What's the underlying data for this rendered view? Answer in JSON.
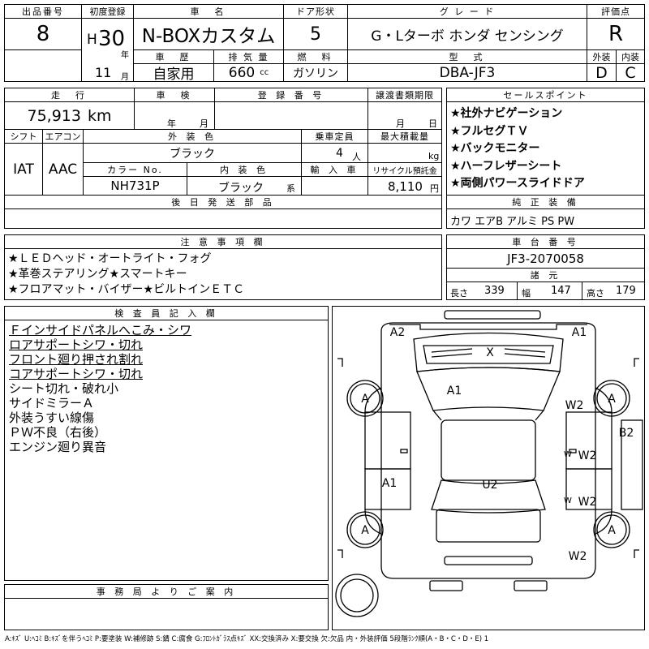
{
  "top": {
    "lot_label": "出品番号",
    "lot_value": "8",
    "first_reg_label": "初度登録",
    "era": "H",
    "year": "30",
    "year_unit": "年",
    "month": "11",
    "month_unit": "月",
    "name_label": "車　名",
    "name_value": "N-BOXカスタム",
    "doors_label": "ドア形状",
    "doors_value": "5",
    "grade_label": "グ レ ー ド",
    "grade_value": "G・Lターボ ホンダ センシング",
    "score_label": "評価点",
    "score_value": "R",
    "history_label": "車　歴",
    "history_value": "自家用",
    "displacement_label": "排 気 量",
    "displacement_value": "660",
    "displacement_unit": "cc",
    "fuel_label": "燃　料",
    "fuel_value": "ガソリン",
    "model_label": "型　式",
    "model_value": "DBA-JF3",
    "ext_label": "外装",
    "ext_value": "D",
    "int_label": "内装",
    "int_value": "C"
  },
  "row2": {
    "mileage_label": "走　行",
    "mileage_value": "75,913",
    "mileage_unit": "km",
    "inspection_label": "車　検",
    "inspection_year": "年",
    "inspection_month": "月",
    "reg_no_label": "登 録 番 号",
    "transfer_label": "譲渡書類期限",
    "transfer_month": "月",
    "transfer_day": "日",
    "shift_label": "シフト",
    "shift_value": "IAT",
    "ac_label": "エアコン",
    "ac_value": "AAC",
    "color_label": "外 装 色",
    "color_value": "ブラック",
    "capacity_label": "乗車定員",
    "capacity_value": "4",
    "capacity_unit": "人",
    "load_label": "最大積載量",
    "load_unit": "kg",
    "color_no_label": "カラー No.",
    "color_no_value": "NH731P",
    "int_color_label": "内 装 色",
    "int_color_value": "ブラック",
    "int_color_unit": "系",
    "import_label": "輸 入 車",
    "recycle_label": "リサイクル預託金",
    "recycle_value": "8,110",
    "recycle_unit": "円",
    "later_parts_label": "後 日 発 送 部 品"
  },
  "selling_points": {
    "label": "セールスポイント",
    "items": [
      "★社外ナビゲーション",
      "★フルセグＴＶ",
      "★バックモニター",
      "★ハーフレザーシート",
      "★両側パワースライドドア"
    ]
  },
  "equipment": {
    "label": "純 正 装 備",
    "value": "カワ エアB アルミ PS PW"
  },
  "notes": {
    "label": "注 意 事 項 欄",
    "items": [
      "★ＬＥＤヘッド・オートライト・フォグ",
      "★革巻ステアリング★スマートキー",
      "★フロアマット・バイザー★ビルトインＥＴＣ"
    ]
  },
  "chassis": {
    "label": "車 台 番 号",
    "value": "JF3-2070058"
  },
  "dimensions": {
    "label": "諸 元",
    "length_label": "長さ",
    "length_value": "339",
    "width_label": "幅",
    "width_value": "147",
    "height_label": "高さ",
    "height_value": "179"
  },
  "inspector": {
    "label": "検 査 員 記 入 欄",
    "items": [
      {
        "text": "Ｆインサイドパネルへこみ・シワ",
        "underline": true
      },
      {
        "text": "ロアサポートシワ・切れ",
        "underline": true
      },
      {
        "text": "フロント廻り押され割れ",
        "underline": true
      },
      {
        "text": "コアサポートシワ・切れ",
        "underline": true
      },
      {
        "text": "シート切れ・破れ小",
        "underline": false
      },
      {
        "text": "サイドミラーＡ",
        "underline": false
      },
      {
        "text": "外装うすい線傷",
        "underline": false
      },
      {
        "text": "ＰＷ不良（右後）",
        "underline": false
      },
      {
        "text": "エンジン廻り異音",
        "underline": false
      }
    ]
  },
  "office": {
    "label": "事 務 局 よ り ご 案 内"
  },
  "diagram_marks": [
    "A2",
    "A1",
    "X",
    "A1",
    "A",
    "A",
    "W2",
    "B2",
    "W2",
    "A1",
    "U2",
    "W2",
    "A",
    "A",
    "W2"
  ],
  "diagram_small": [
    "W",
    "W"
  ],
  "legend": "A:ｷｽﾞ U:ﾍｺﾐ B:ｷｽﾞを伴うﾍｺﾐ P:要塗装 W:補修跡 S:錆 C:腐食 G:ﾌﾛﾝﾄｶﾞﾗｽ点ｷｽﾞ XX:交換済み X:要交換 欠:欠品 内・外装評価 5段階ﾗﾝｸ順(A・B・C・D・E) 1"
}
